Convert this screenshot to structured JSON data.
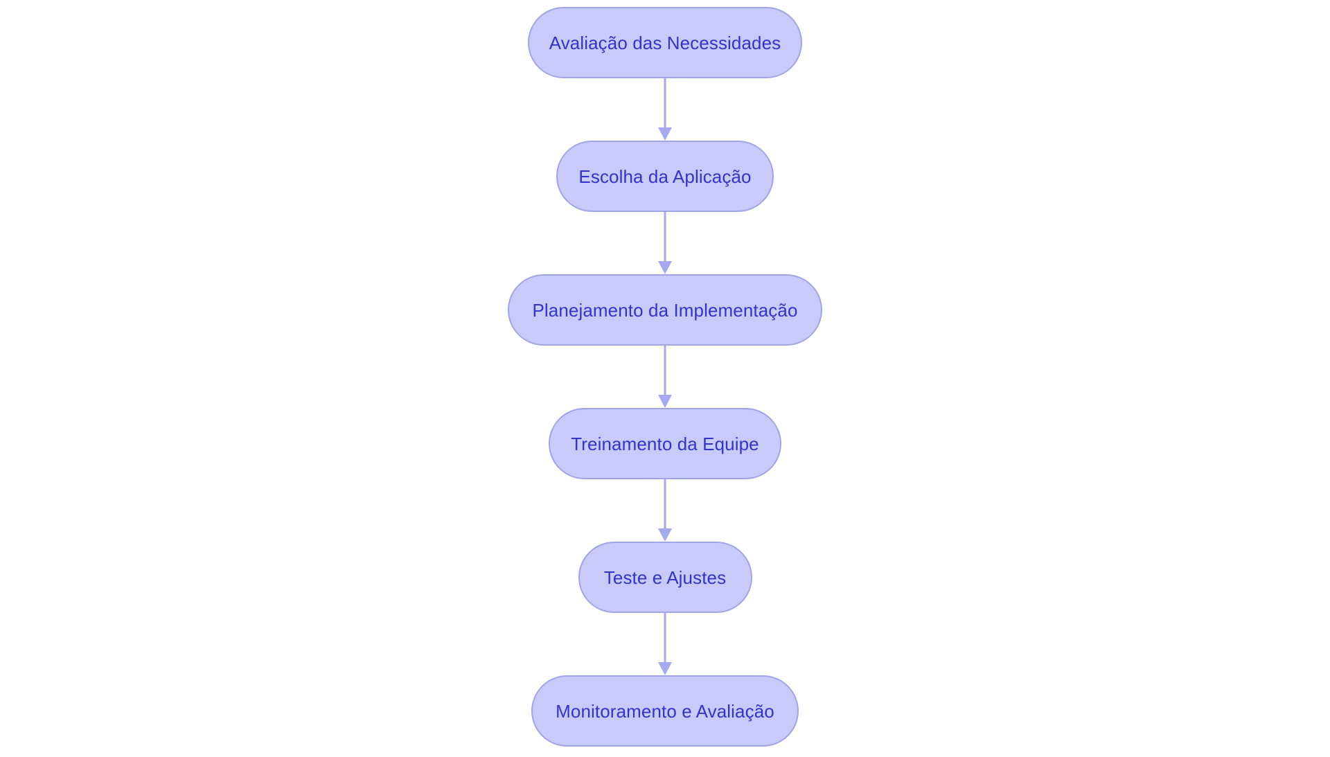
{
  "diagram": {
    "type": "flowchart",
    "orientation": "top-to-bottom",
    "background_color": "#FFFFFF",
    "node_fill_color": "#C8CBFA",
    "node_border_color": "#9FA5E8",
    "node_text_color": "#3333CC",
    "connector_color": "#A3AAEE",
    "node_shape": "stadium",
    "nodes": [
      {
        "id": "avaliacao-das-necessidades",
        "label": "Avaliação das Necessidades"
      },
      {
        "id": "escolha-da-aplicacao",
        "label": "Escolha da Aplicação"
      },
      {
        "id": "planejamento-da-implementacao",
        "label": "Planejamento da Implementação"
      },
      {
        "id": "treinamento-da-equipe",
        "label": "Treinamento da Equipe"
      },
      {
        "id": "teste-e-ajustes",
        "label": "Teste e Ajustes"
      },
      {
        "id": "monitoramento-e-avaliacao",
        "label": "Monitoramento e Avaliação"
      }
    ],
    "edges": [
      {
        "from": "avaliacao-das-necessidades",
        "to": "escolha-da-aplicacao",
        "label": ""
      },
      {
        "from": "escolha-da-aplicacao",
        "to": "planejamento-da-implementacao",
        "label": ""
      },
      {
        "from": "planejamento-da-implementacao",
        "to": "treinamento-da-equipe",
        "label": ""
      },
      {
        "from": "treinamento-da-equipe",
        "to": "teste-e-ajustes",
        "label": ""
      },
      {
        "from": "teste-e-ajustes",
        "to": "monitoramento-e-avaliacao",
        "label": ""
      }
    ]
  }
}
